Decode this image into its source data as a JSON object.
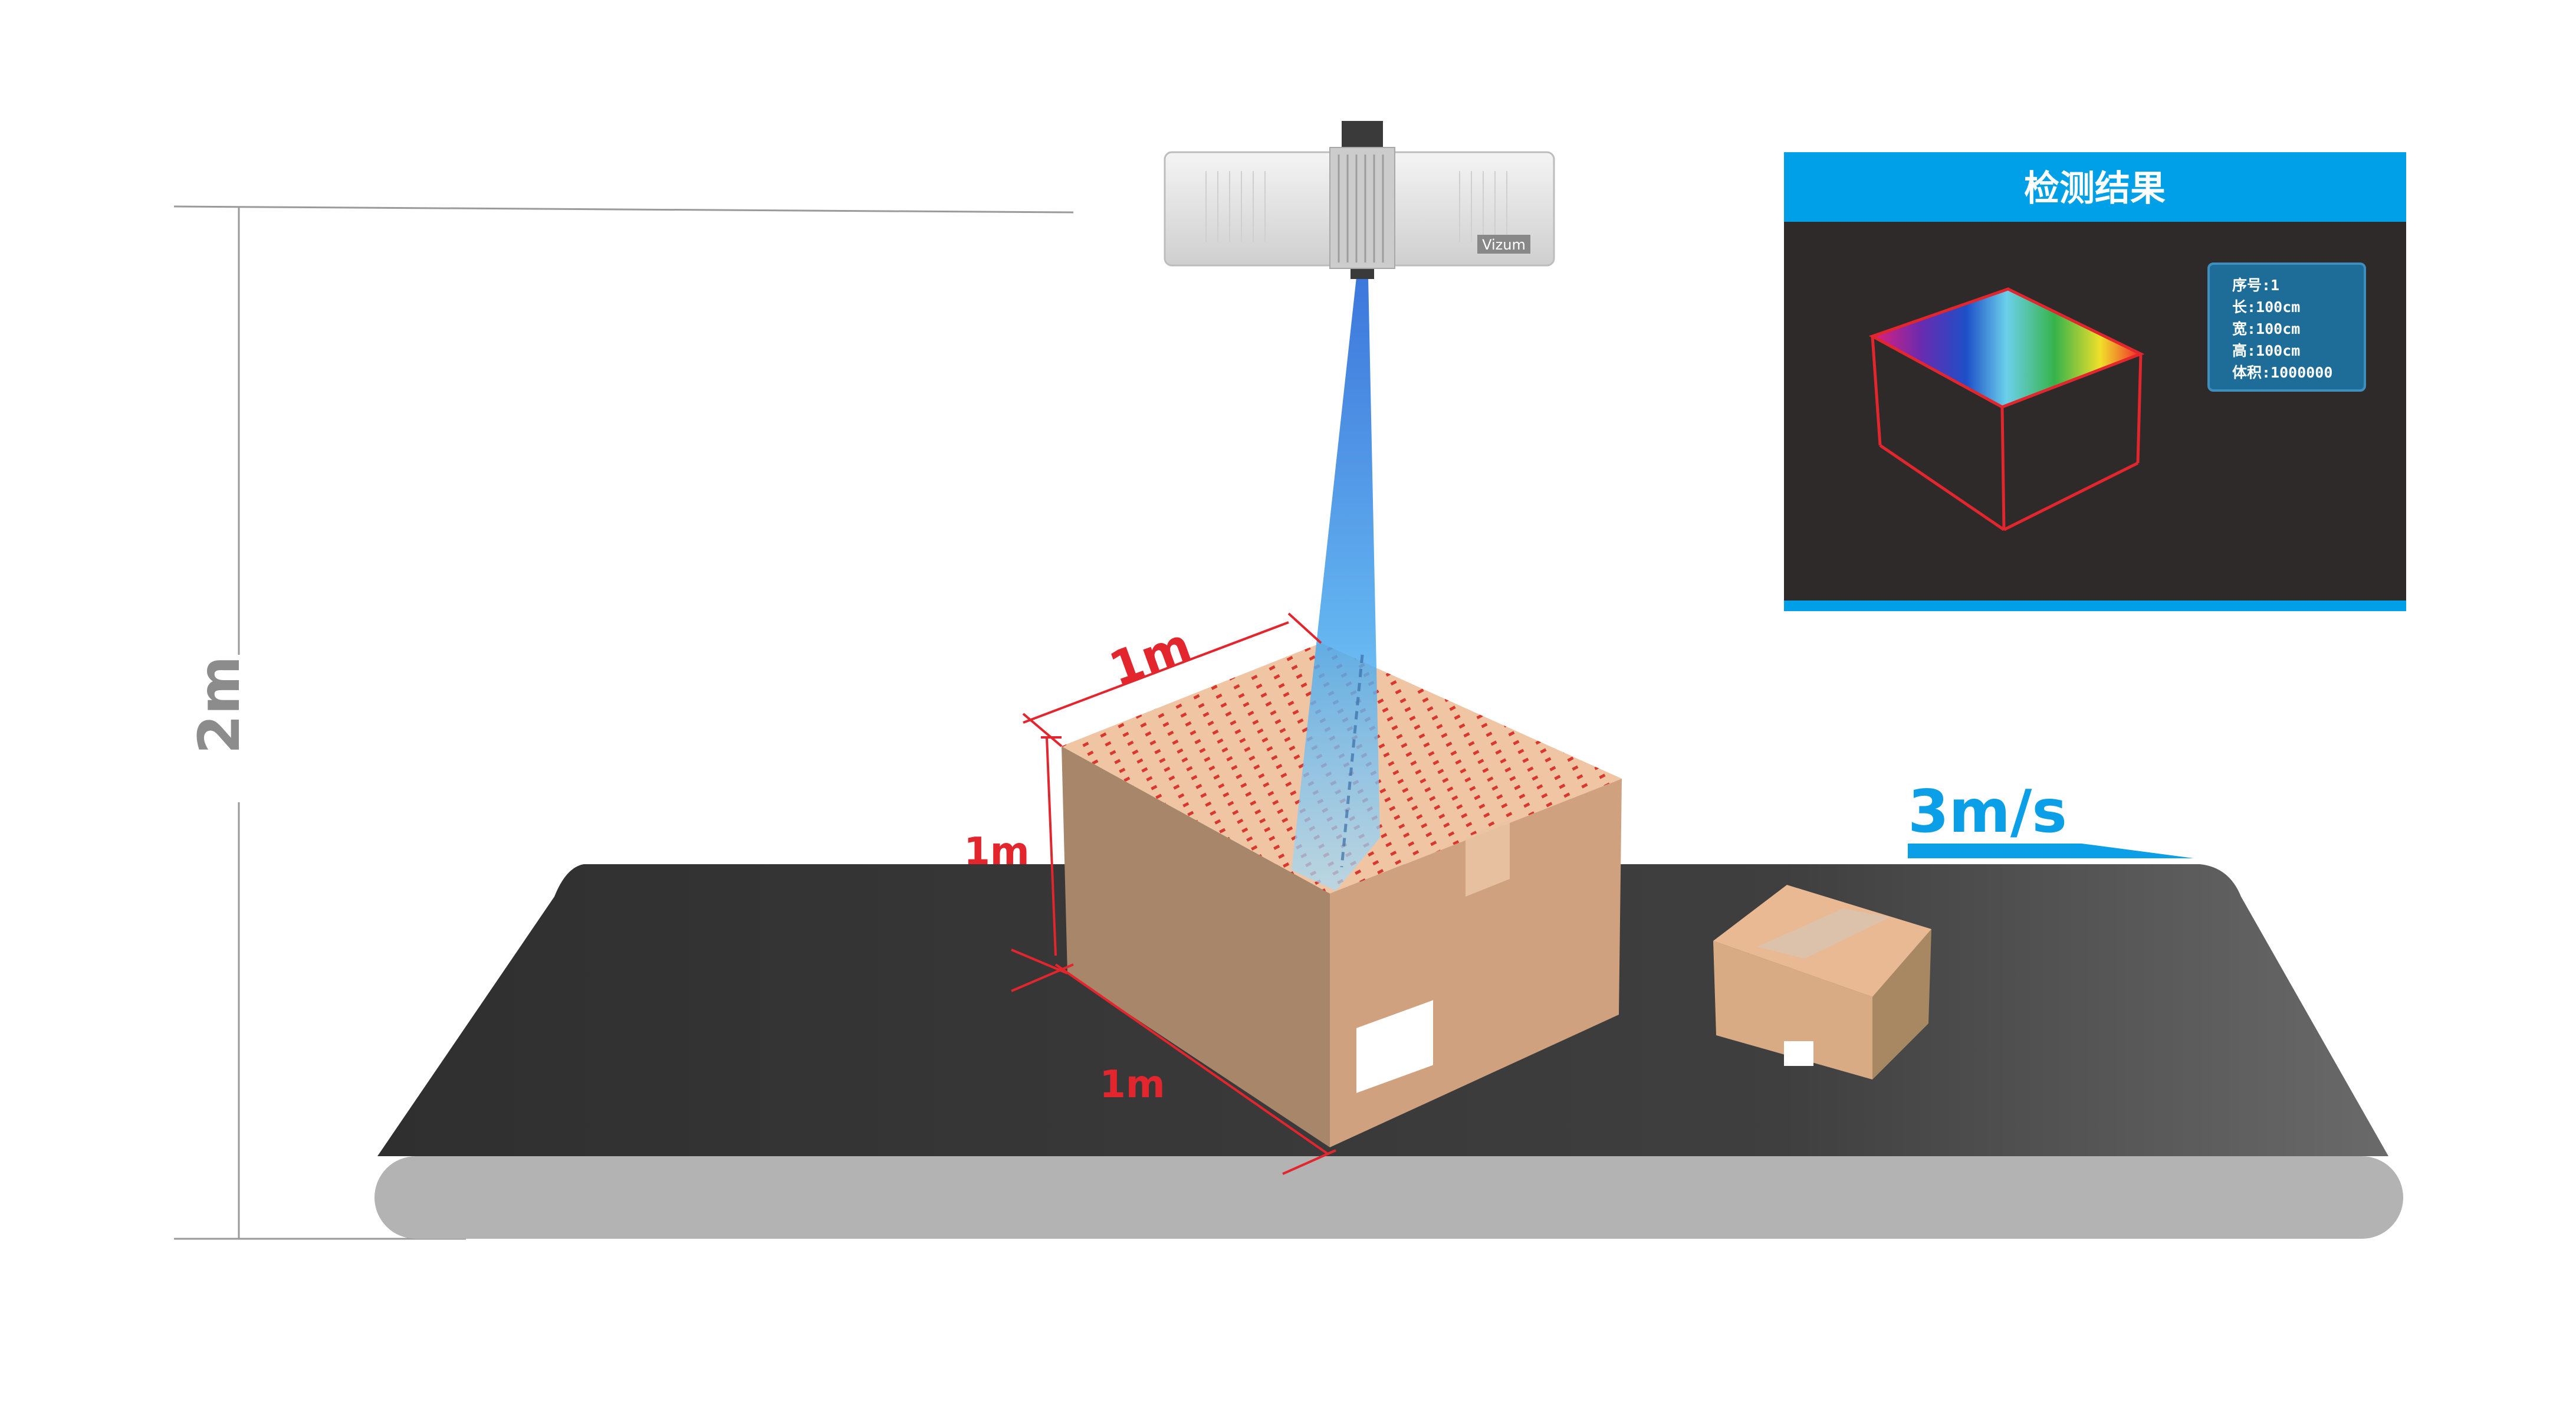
{
  "diagram": {
    "height_label": "2m",
    "box_top_width_label": "1m",
    "box_height_label": "1m",
    "box_depth_label": "1m",
    "speed_label": "3m/s",
    "camera_brand": "Vizum"
  },
  "result_panel": {
    "title": "检测结果",
    "lines": [
      "序号:1",
      "长:100cm",
      "宽:100cm",
      "高:100cm",
      "体积:1000000"
    ]
  },
  "colors": {
    "dimension_red": "#e3262d",
    "speed_blue": "#0a9fe6",
    "belt_dark": "#3a3a3a",
    "roller_gray": "#b3b3b3",
    "panel_header": "#00a0e9",
    "panel_body": "#2e2a2a",
    "info_box": "#1e6d99",
    "box_left_face": "#a8866a",
    "box_right_face": "#d0a17e",
    "box_top_face": "#f0c5a3"
  },
  "icons": [
    "3d-camera-icon",
    "scan-beam-icon",
    "speed-arrow-icon",
    "wireframe-cube-icon"
  ]
}
